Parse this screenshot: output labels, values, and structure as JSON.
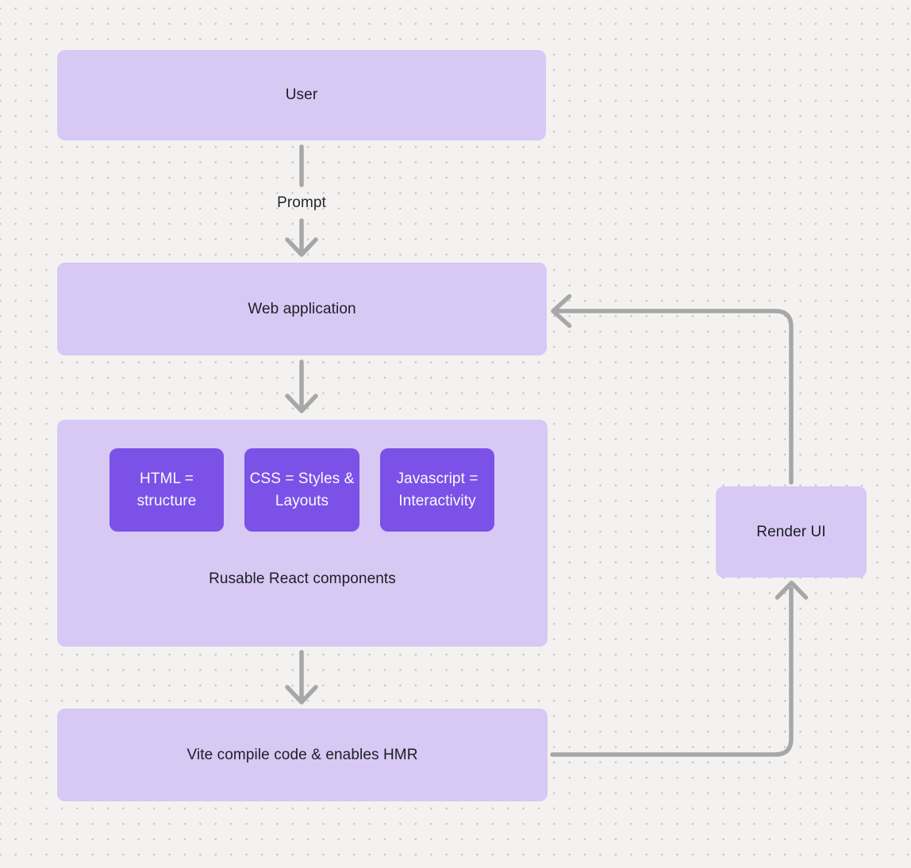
{
  "diagram": {
    "nodes": {
      "user": {
        "label": "User"
      },
      "web_application": {
        "label": "Web application"
      },
      "components_group": {
        "label": "Rusable React components"
      },
      "html": {
        "label": "HTML = structure"
      },
      "css": {
        "label": "CSS = Styles & Layouts"
      },
      "javascript": {
        "label": "Javascript = Interactivity"
      },
      "vite": {
        "label": "Vite compile code & enables HMR"
      },
      "render_ui": {
        "label": "Render UI"
      }
    },
    "edges": [
      {
        "from": "user",
        "to": "web_application",
        "label": "Prompt"
      },
      {
        "from": "web_application",
        "to": "components_group",
        "label": ""
      },
      {
        "from": "components_group",
        "to": "vite",
        "label": ""
      },
      {
        "from": "vite",
        "to": "render_ui",
        "label": ""
      },
      {
        "from": "render_ui",
        "to": "web_application",
        "label": ""
      }
    ],
    "colors": {
      "background": "#f3f2f0",
      "dot_grid": "#c8c6c3",
      "node_fill_light": "#d7c9f4",
      "node_fill_accent": "#7b51e7",
      "arrow": "#a7a7a7",
      "text_dark": "#1e1e23",
      "text_light": "#fbfaff"
    }
  }
}
